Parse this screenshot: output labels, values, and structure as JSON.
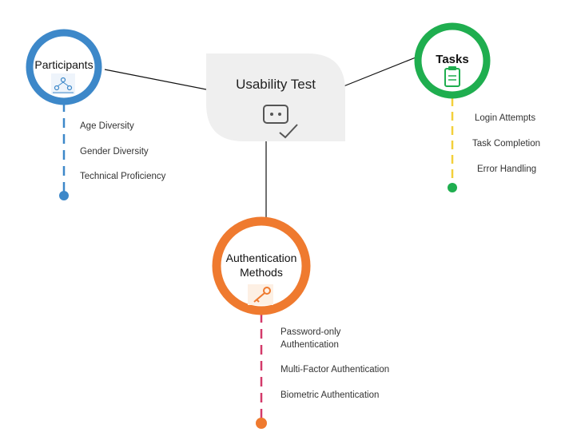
{
  "center": {
    "title": "Usability Test",
    "icon": "test-dialog-check-icon"
  },
  "colors": {
    "participants": "#3d88c9",
    "tasks": "#1fae4f",
    "auth": "#ef7a2f",
    "participants_line": "#3d88c9",
    "tasks_line": "#f3d03b",
    "auth_line": "#d43a6a",
    "center_bg": "#efefef"
  },
  "nodes": {
    "participants": {
      "title": "Participants",
      "icon": "people-network-icon",
      "items": [
        "Age Diversity",
        "Gender Diversity",
        "Technical Proficiency"
      ]
    },
    "tasks": {
      "title": "Tasks",
      "icon": "clipboard-icon",
      "items": [
        "Login Attempts",
        "Task Completion",
        "Error Handling"
      ]
    },
    "auth": {
      "title_line1": "Authentication",
      "title_line2": "Methods",
      "icon": "key-icon",
      "items": [
        "Password-only",
        "Authentication",
        "Multi-Factor Authentication",
        "Biometric Authentication"
      ]
    }
  }
}
